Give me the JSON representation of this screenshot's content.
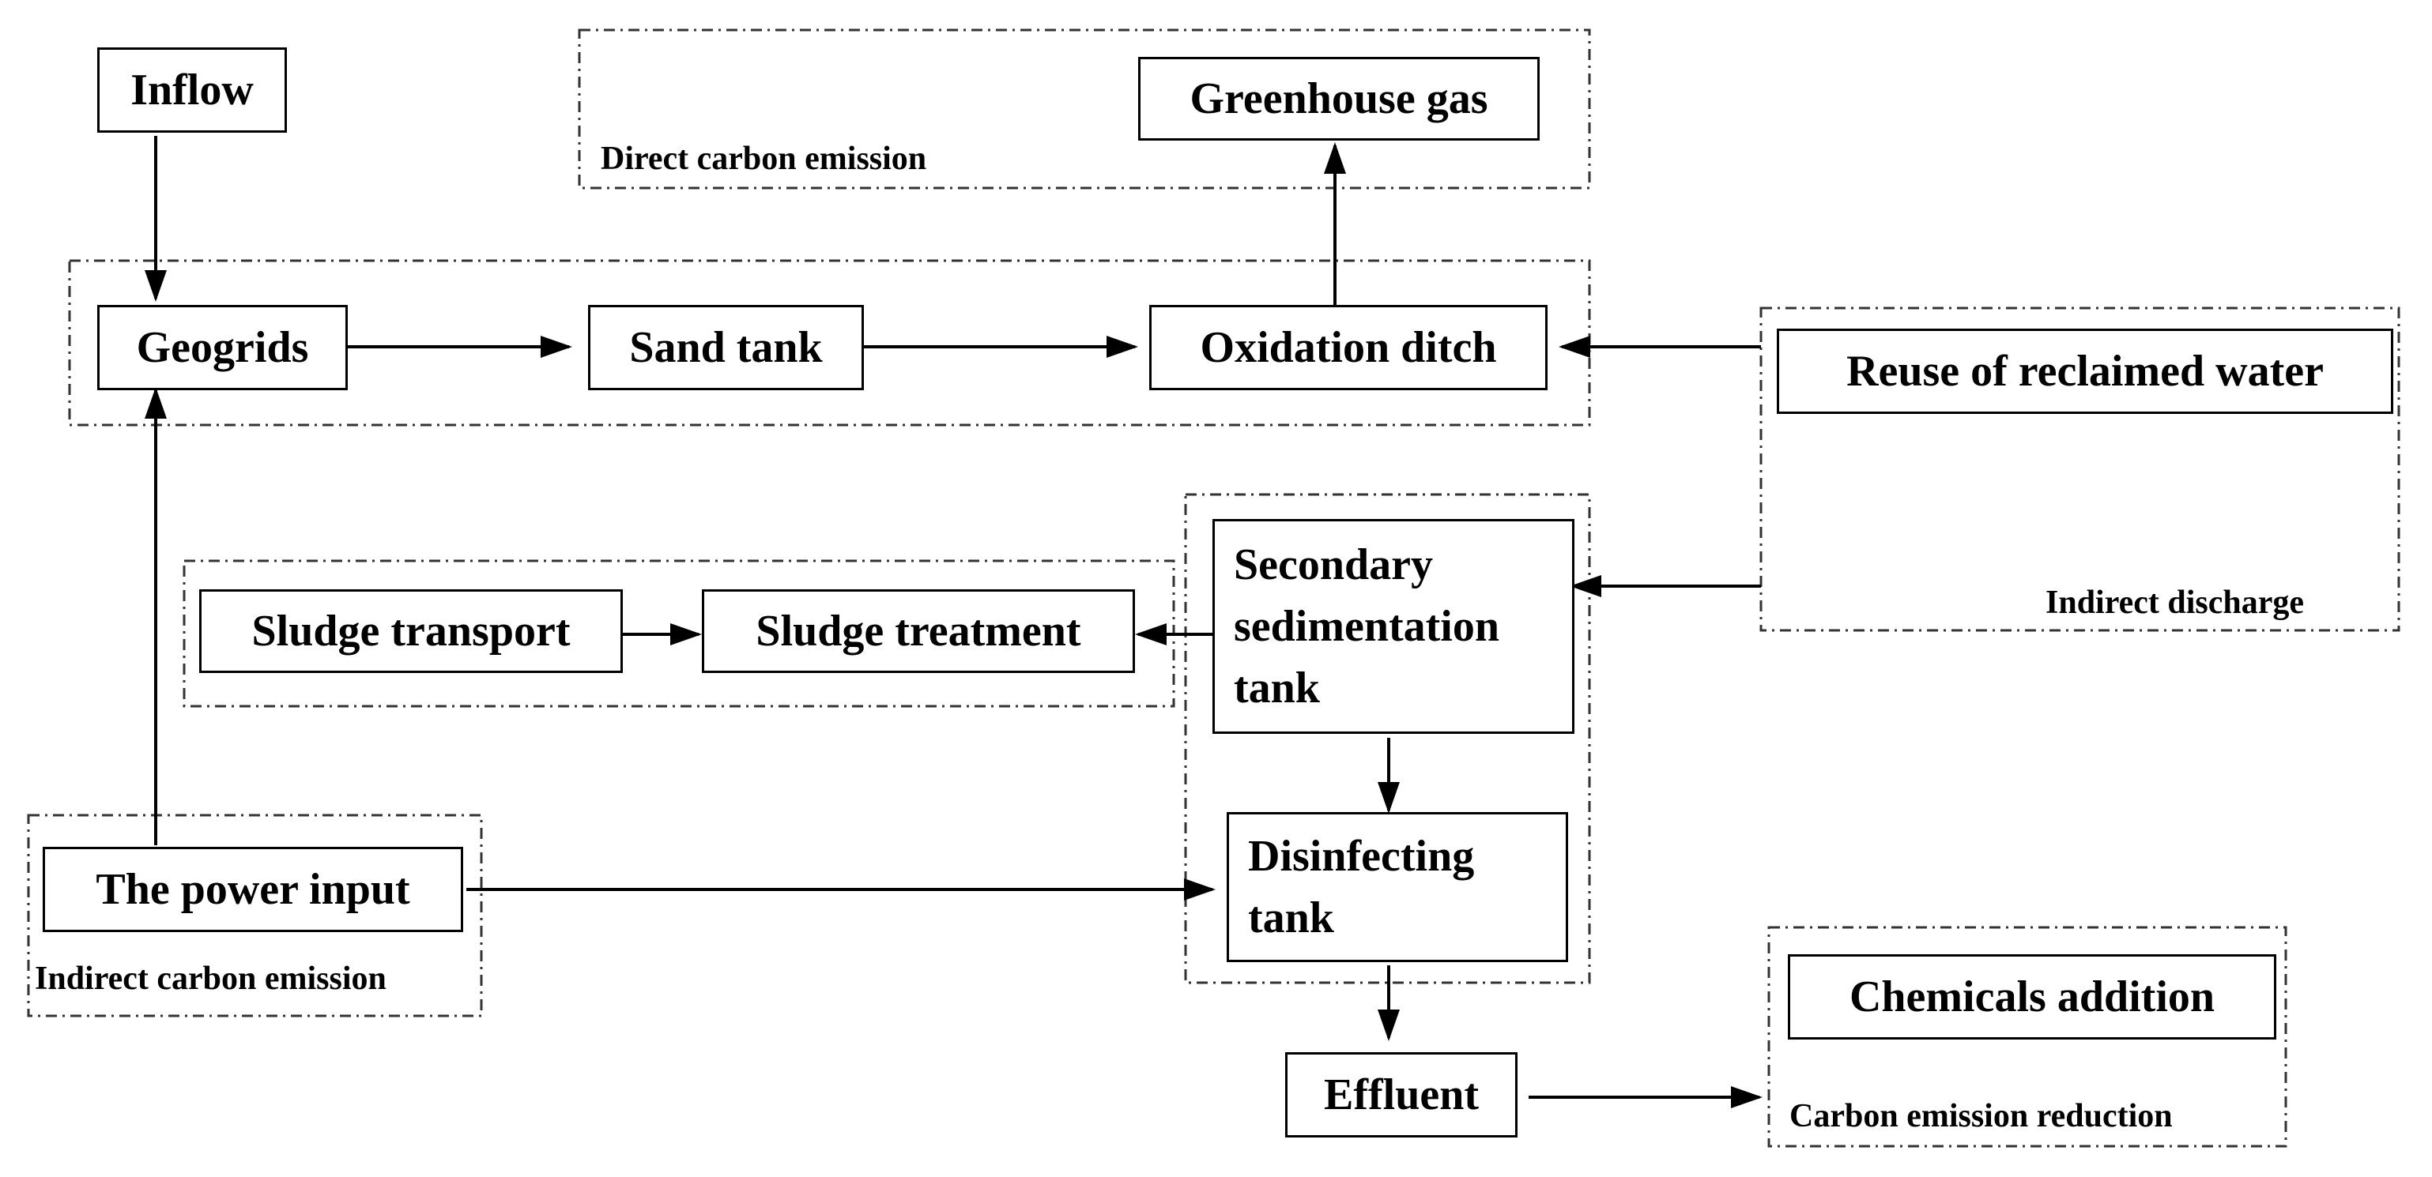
{
  "nodes": {
    "inflow": "Inflow",
    "greenhouse_gas": "Greenhouse gas",
    "geogrids": "Geogrids",
    "sand_tank": "Sand tank",
    "oxidation_ditch": "Oxidation ditch",
    "reuse_reclaimed_water": "Reuse of reclaimed water",
    "secondary_sedimentation_tank": [
      "Secondary",
      "sedimentation",
      "tank"
    ],
    "sludge_transport": "Sludge transport",
    "sludge_treatment": "Sludge treatment",
    "power_input": "The power input",
    "disinfecting_tank": [
      "Disinfecting",
      "tank"
    ],
    "chemicals_addition": "Chemicals addition",
    "effluent": "Effluent"
  },
  "groups": {
    "direct_carbon_emission": "Direct carbon emission",
    "indirect_discharge": "Indirect discharge",
    "indirect_carbon_emission": "Indirect carbon emission",
    "carbon_emission_reduction": "Carbon emission reduction"
  },
  "colors": {
    "line": "#000000",
    "group_border": "#333333",
    "background": "#ffffff"
  }
}
